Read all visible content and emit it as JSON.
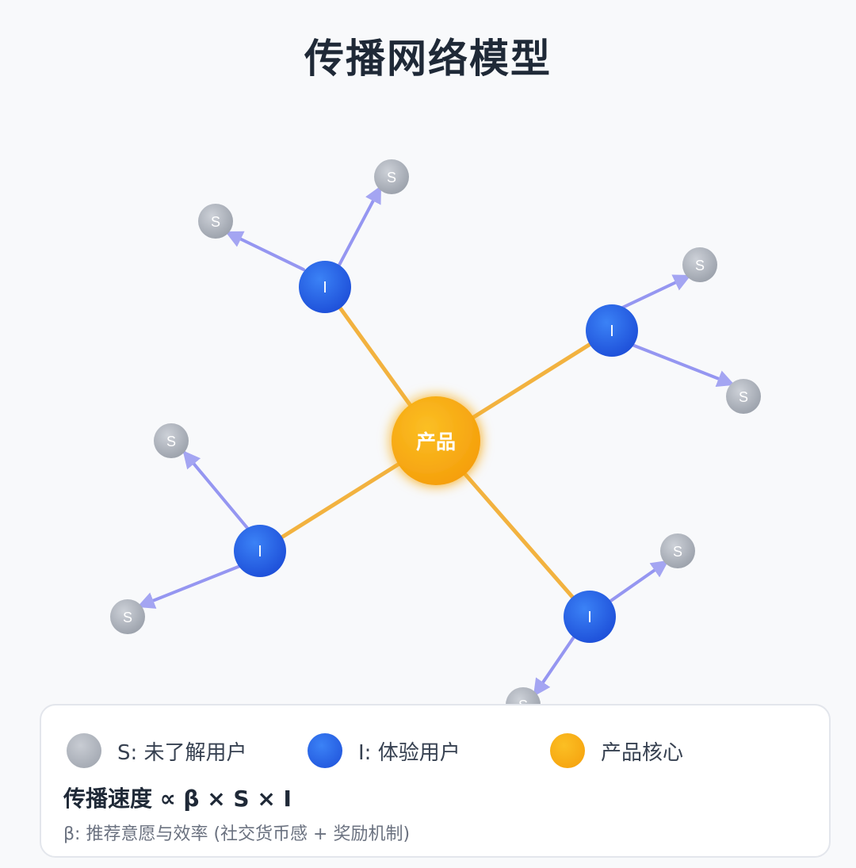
{
  "title": "传播网络模型",
  "nodes": {
    "center_label": "产品",
    "infected_label": "I",
    "susceptible_label": "S"
  },
  "colors": {
    "susceptible": "#a3a8b1",
    "infected": "#1d4ed8",
    "product": "#f59e0b",
    "product_link": "#f2b23f",
    "spread_arrow": "#8b8cf0"
  },
  "legend": {
    "susceptible": "S: 未了解用户",
    "infected": "I: 体验用户",
    "product": "产品核心"
  },
  "formula": "传播速度 ∝ β × S × I",
  "note": "β: 推荐意愿与效率 (社交货币感 + 奖励机制)"
}
